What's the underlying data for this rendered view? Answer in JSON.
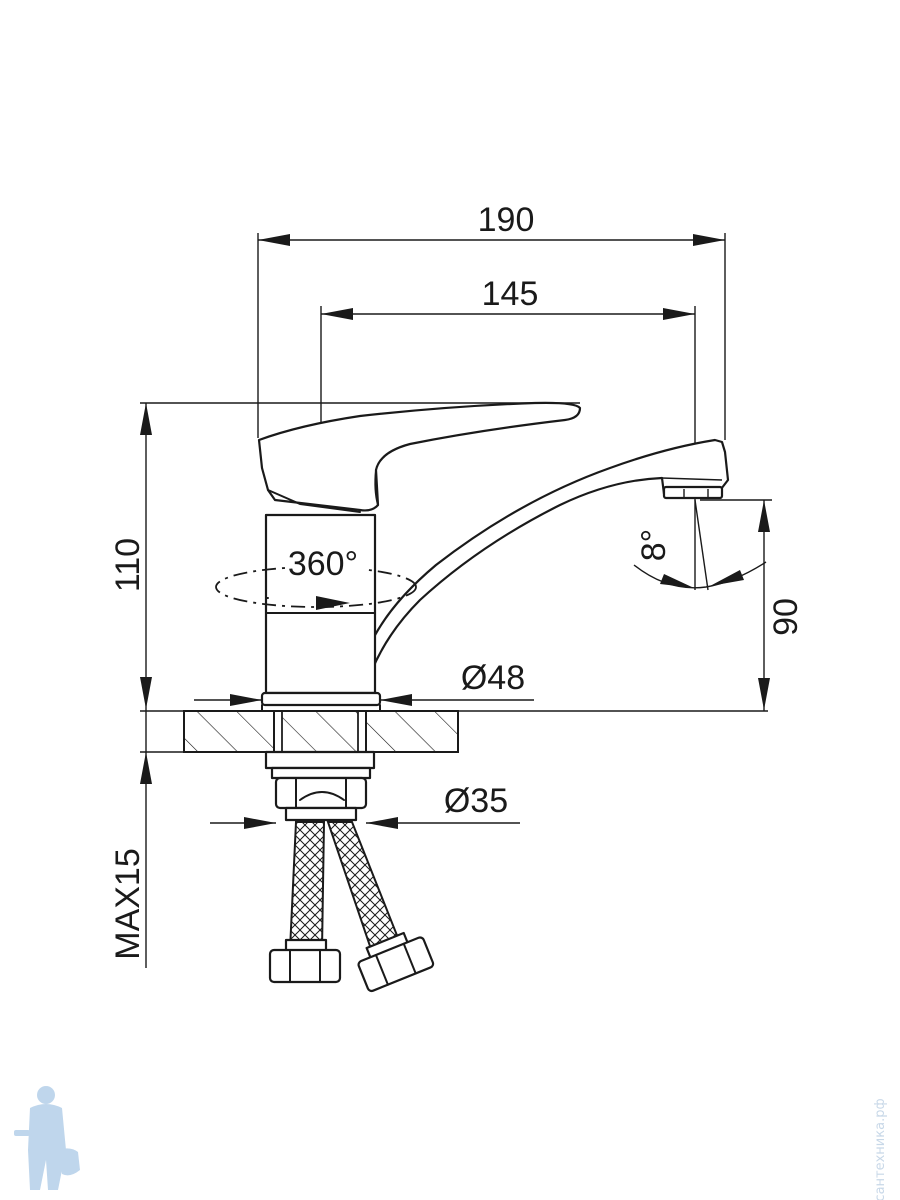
{
  "dimensions": {
    "total_length": "190",
    "spout_reach": "145",
    "total_height": "110",
    "spout_height": "90",
    "rotation": "360°",
    "aerator_angle": "8°",
    "base_diameter": "Ø48",
    "thread_diameter": "Ø35",
    "max_counter_thickness": "MAX15"
  },
  "watermark": {
    "site": "сантехника.рф",
    "logo_icon": "plumber-icon"
  },
  "colors": {
    "line": "#1a1a1a",
    "watermark": "#b9d2ea"
  }
}
